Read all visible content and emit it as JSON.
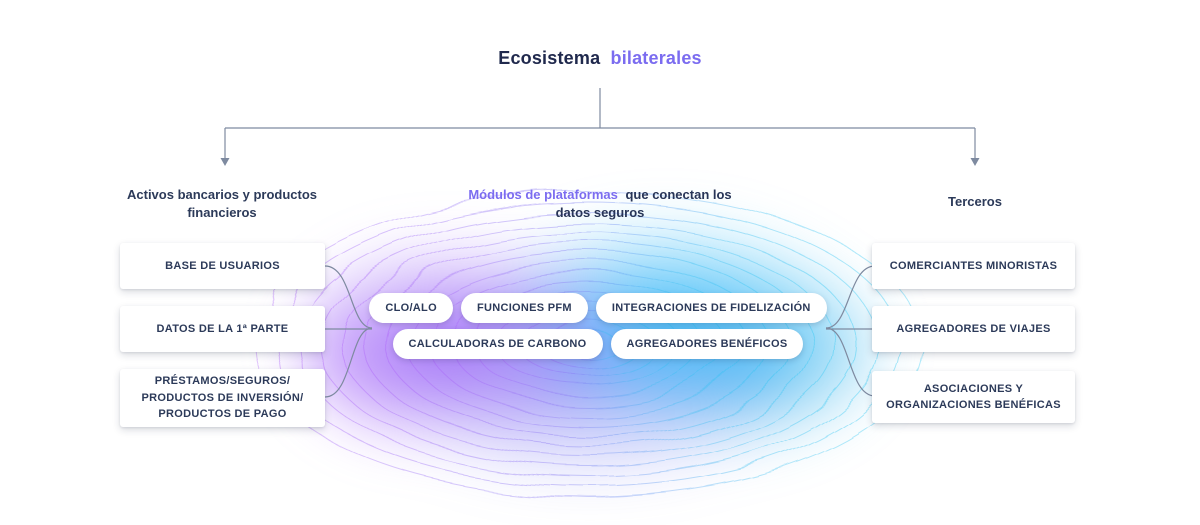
{
  "title": {
    "primary": "Ecosistema",
    "secondary": "bilaterales"
  },
  "left": {
    "header": "Activos bancarios y productos financieros",
    "items": [
      "BASE DE USUARIOS",
      "DATOS DE LA 1ª PARTE",
      "PRÉSTAMOS/SEGUROS/ PRODUCTOS DE INVERSIÓN/ PRODUCTOS DE PAGO"
    ]
  },
  "center": {
    "header_highlight": "Módulos de plataformas",
    "header_rest": "que conectan los",
    "header_line2": "datos seguros",
    "pills_row1": [
      "CLO/ALO",
      "FUNCIONES PFM",
      "INTEGRACIONES DE FIDELIZACIÓN"
    ],
    "pills_row2": [
      "CALCULADORAS DE CARBONO",
      "AGREGADORES BENÉFICOS"
    ]
  },
  "right": {
    "header": "Terceros",
    "items": [
      "COMERCIANTES MINORISTAS",
      "AGREGADORES DE VIAJES",
      "ASOCIACIONES Y ORGANIZACIONES BENÉFICAS"
    ]
  },
  "colors": {
    "navy": "#20294d",
    "purple": "#7b6cf0",
    "cyan": "#2bb8f0",
    "line_gray": "#7e8aa0"
  }
}
